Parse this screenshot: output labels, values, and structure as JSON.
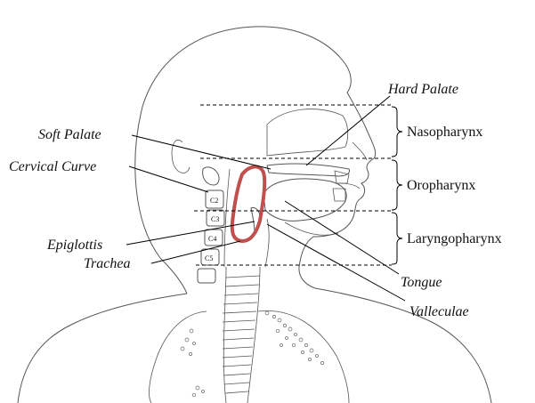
{
  "labels": {
    "hard_palate": "Hard Palate",
    "soft_palate": "Soft Palate",
    "cervical_curve": "Cervical Curve",
    "epiglottis": "Epiglottis",
    "trachea": "Trachea",
    "tongue": "Tongue",
    "valleculae": "Valleculae"
  },
  "regions": {
    "nasopharynx": "Nasopharynx",
    "oropharynx": "Oropharynx",
    "laryngopharynx": "Laryngopharynx"
  },
  "vertebrae": [
    "C2",
    "C3",
    "C4",
    "C5"
  ],
  "colors": {
    "highlight": "#c0504d",
    "line_art": "#555555",
    "text": "#111111"
  }
}
